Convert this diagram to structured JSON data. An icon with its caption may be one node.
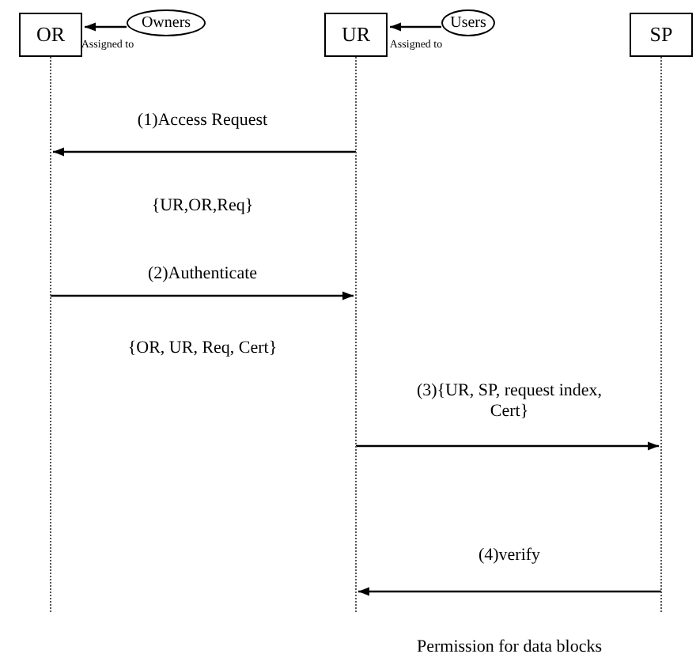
{
  "diagram": {
    "nodes": [
      {
        "text": [
          "OR"
        ]
      },
      {
        "text": [
          "Owners"
        ]
      },
      {
        "text": [
          "UR"
        ]
      },
      {
        "text": [
          "Users"
        ]
      },
      {
        "text": [
          "SP"
        ]
      }
    ],
    "edges": [
      {
        "from": 1,
        "to": 0,
        "arrow": "to",
        "label": "Assigned to"
      },
      {
        "from": 3,
        "to": 2,
        "arrow": "to",
        "label": "Assigned to"
      },
      {
        "from": 2,
        "to": 0,
        "arrow": "to",
        "label": "(1)Access Request"
      },
      {
        "from": 0,
        "to": 2,
        "arrow": "to",
        "label": "(2)Authenticate"
      },
      {
        "from": 2,
        "to": 4,
        "arrow": "to",
        "label": "(3){UR, SP, request index, Cert}"
      },
      {
        "from": 4,
        "to": 2,
        "arrow": "to",
        "label": "(4)verify"
      }
    ],
    "labels": [
      "{UR,OR,Req}",
      "{OR, UR, Req, Cert}",
      "Permission for data blocks"
    ]
  }
}
